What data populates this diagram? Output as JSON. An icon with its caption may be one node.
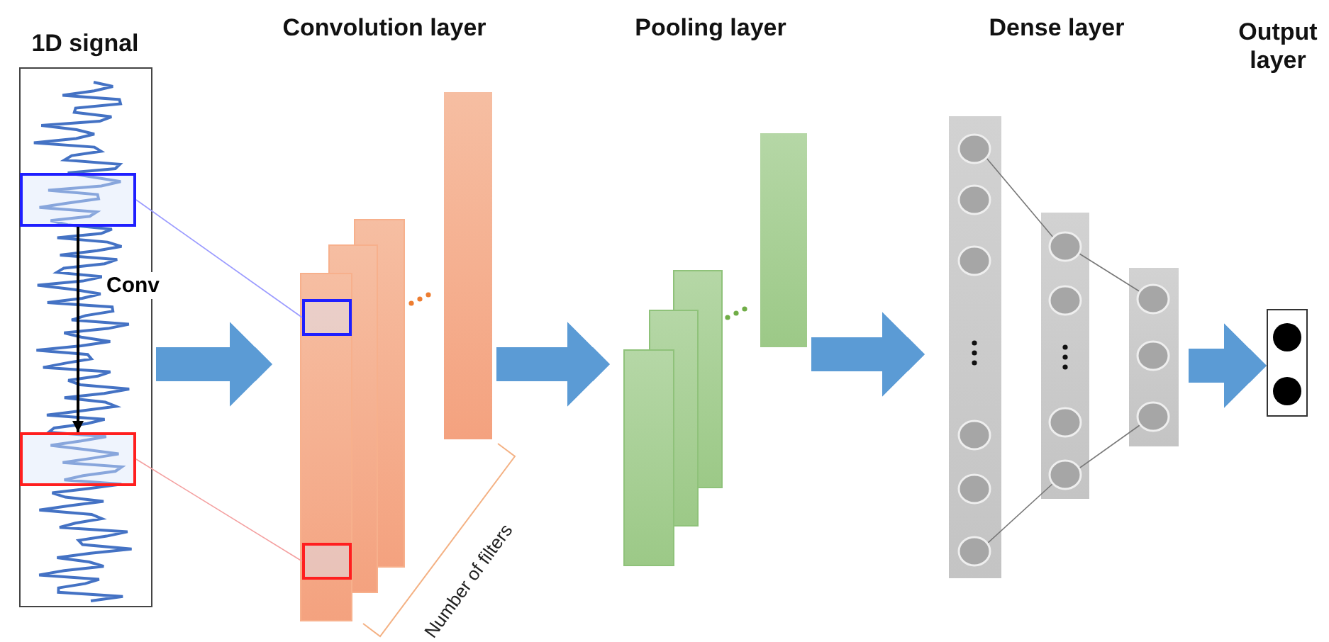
{
  "diagram": {
    "nodes": [
      {
        "text": [
          "1D signal"
        ]
      },
      {
        "text": [],
        "shape": "box",
        "in": 0
      },
      {
        "text": [],
        "shape": "box",
        "in": 0
      },
      {
        "text": [
          "Convolution layer"
        ]
      },
      {
        "text": [],
        "shape": "box",
        "in": 3
      },
      {
        "text": [],
        "shape": "box",
        "in": 3
      },
      {
        "text": [
          "Pooling layer"
        ]
      },
      {
        "text": [
          "Dense layer"
        ]
      },
      {
        "text": [],
        "shape": "box"
      }
    ],
    "edges": [
      {
        "from": 0,
        "to": 3,
        "arrow": "to"
      },
      {
        "from": 3,
        "to": 6,
        "arrow": "to"
      },
      {
        "from": 6,
        "to": 7,
        "arrow": "to"
      },
      {
        "from": 7,
        "to": 8,
        "arrow": "to"
      },
      {
        "from": 1,
        "to": 2,
        "arrow": "to",
        "label": "Conv",
        "color": "#000000"
      },
      {
        "from": 1,
        "to": 4,
        "arrow": "none",
        "color": "#9999ff"
      },
      {
        "from": 2,
        "to": 5,
        "arrow": "none",
        "color": "#f4a0a0"
      }
    ],
    "labels": [
      "Output layer",
      "Number of filters"
    ]
  }
}
